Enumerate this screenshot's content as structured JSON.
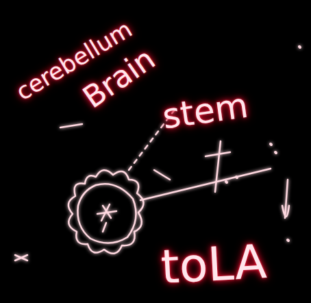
{
  "diagram": {
    "labels": [
      "cerebellum",
      "Brain",
      "stem",
      "toLA"
    ]
  }
}
